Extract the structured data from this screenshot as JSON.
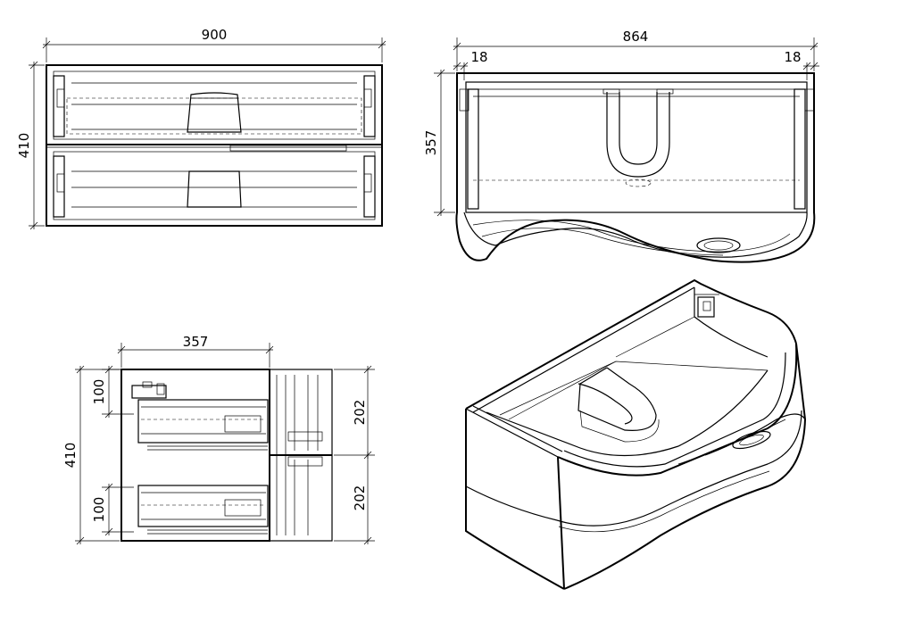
{
  "dimensions": {
    "front_width": "900",
    "front_height": "410",
    "top_width": "864",
    "top_left_side": "18",
    "top_right_side": "18",
    "top_depth": "357",
    "side_depth": "357",
    "side_height": "410",
    "side_upper_drawer": "100",
    "side_lower_drawer": "100",
    "side_upper_front": "202",
    "side_lower_front": "202"
  }
}
